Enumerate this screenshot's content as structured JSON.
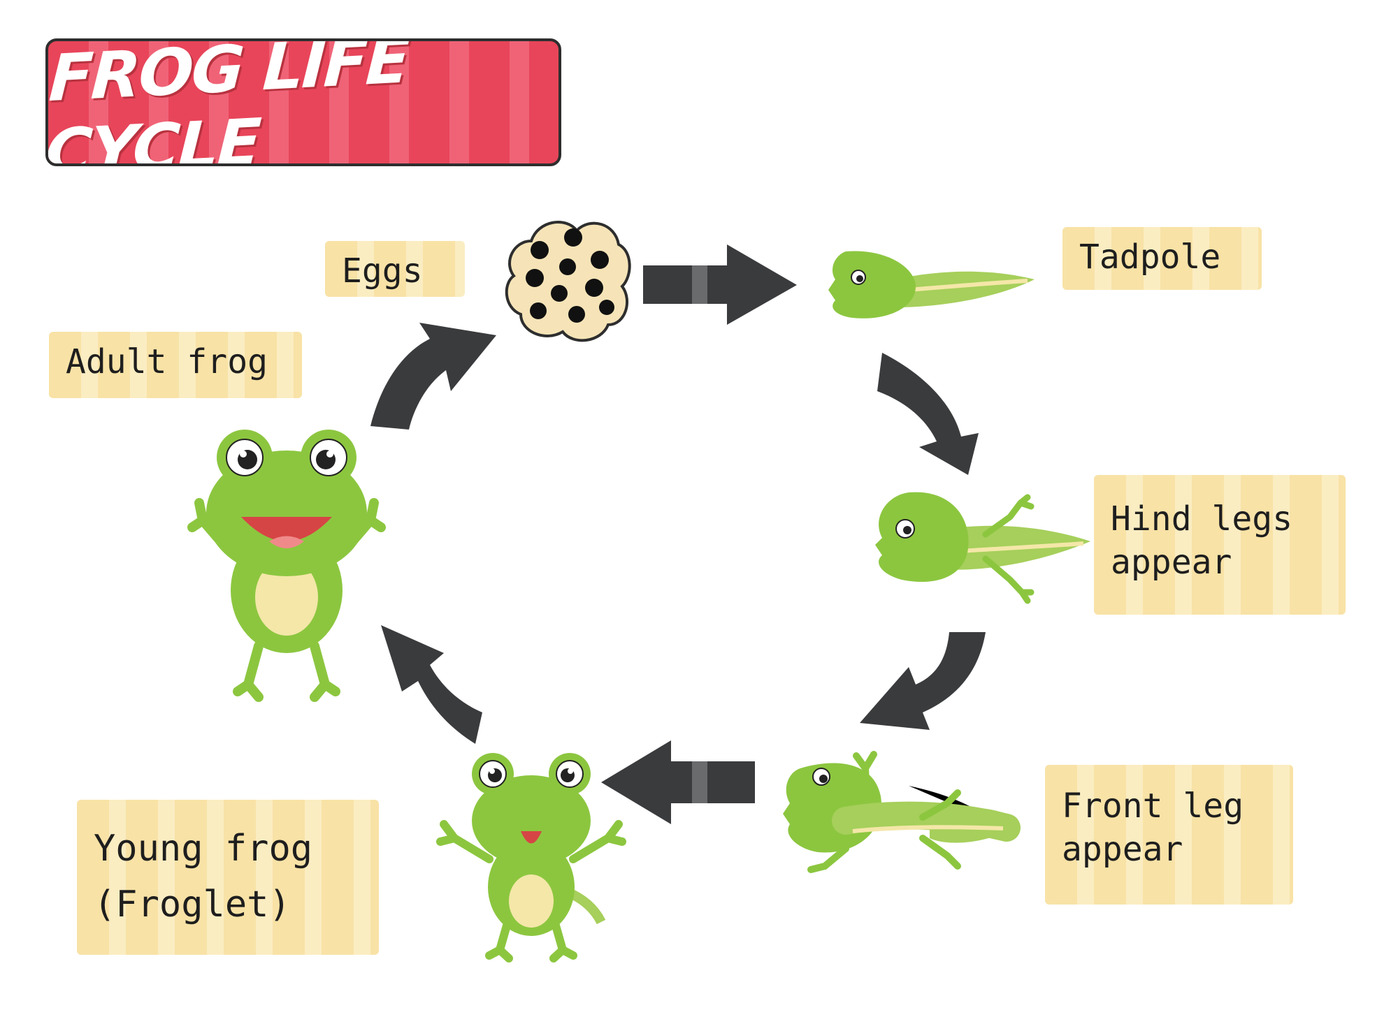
{
  "title": "FROG LIFE CYCLE",
  "stages": {
    "eggs": "Eggs",
    "tadpole": "Tadpole",
    "hind_legs_line1": "Hind legs",
    "hind_legs_line2": "appear",
    "front_leg_line1": "Front leg",
    "front_leg_line2": "appear",
    "froglet_line1": "Young frog",
    "froglet_line2": "(Froglet)",
    "adult": "Adult frog"
  },
  "colors": {
    "banner": "#e8455a",
    "label_bg": "#f8e2a6",
    "frog_green": "#8cc63f",
    "arrow": "#3a3b3d"
  }
}
